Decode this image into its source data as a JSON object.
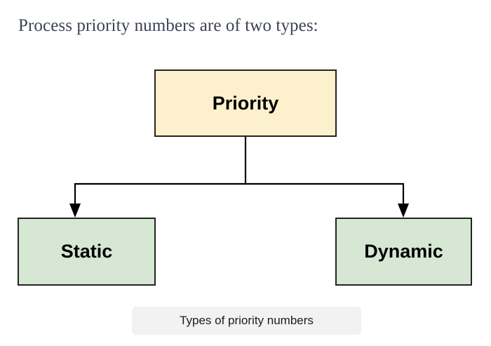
{
  "page": {
    "title": "Process priority numbers are of two types:",
    "background_color": "#ffffff",
    "title_color": "#3c4257"
  },
  "diagram": {
    "type": "tree",
    "orientation": "top-down",
    "nodes": [
      {
        "id": "priority",
        "label": "Priority",
        "role": "root",
        "fill_color": "#fdf1cd",
        "border_color": "#262420"
      },
      {
        "id": "static",
        "label": "Static",
        "role": "child",
        "fill_color": "#d6e7d4",
        "border_color": "#23231f"
      },
      {
        "id": "dynamic",
        "label": "Dynamic",
        "role": "child",
        "fill_color": "#d6e7d4",
        "border_color": "#23231f"
      }
    ],
    "edges": [
      {
        "from": "priority",
        "to": "static",
        "arrow": true,
        "style": "orthogonal"
      },
      {
        "from": "priority",
        "to": "dynamic",
        "arrow": true,
        "style": "orthogonal"
      }
    ],
    "edge_color": "#000000"
  },
  "caption": {
    "text": "Types of priority numbers",
    "background_color": "#f2f2f2",
    "text_color": "#1c1c1c"
  }
}
